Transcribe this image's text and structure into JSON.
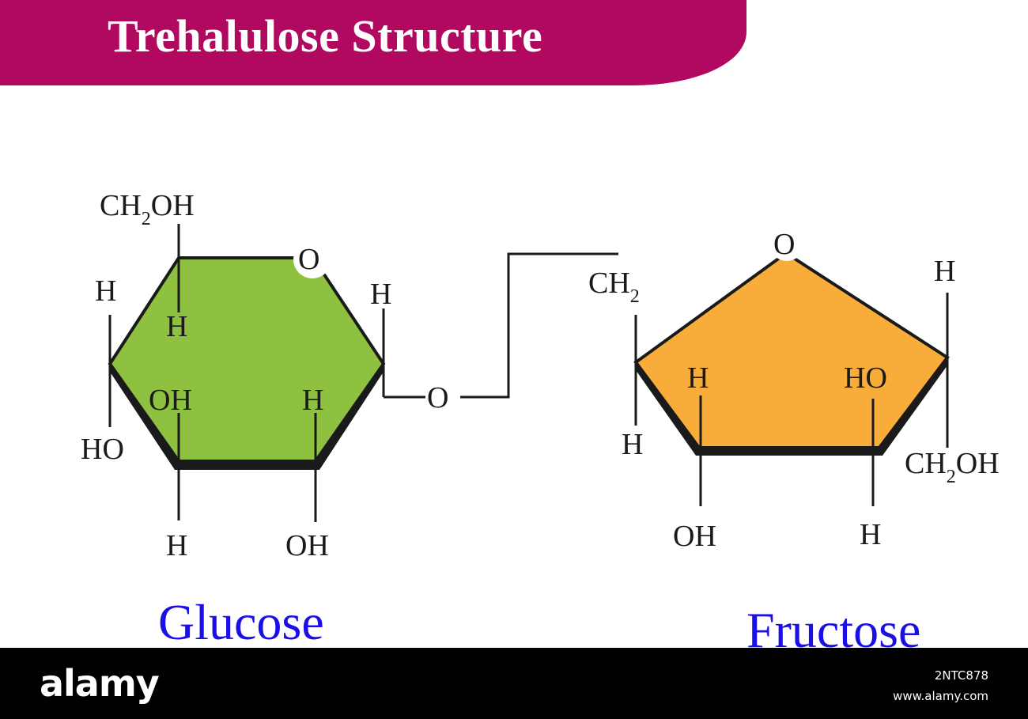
{
  "title": "Trehalulose Structure",
  "colors": {
    "banner": "#b0095f",
    "glucose_ring": "#8dc13f",
    "fructose_ring": "#f8ad3a",
    "caption": "#1a0fe6",
    "footer": "#000000"
  },
  "glucose": {
    "caption": "Glucose",
    "ring_oxygen": "O",
    "c6_group": "CH",
    "c6_group_sub": "2",
    "c6_group_tail": "OH",
    "c5_h": "H",
    "c4_h": "H",
    "c4_oh": "HO",
    "c3_oh": "OH",
    "c3_h": "H",
    "c2_h": "H",
    "c2_oh": "OH",
    "c1_h": "H"
  },
  "linkage": {
    "oxygen": "O",
    "ch2": "CH",
    "ch2_sub": "2"
  },
  "fructose": {
    "caption": "Fructose",
    "ring_oxygen": "O",
    "c2_h": "H",
    "c3_h_up": "H",
    "c3_oh": "OH",
    "c4_ho": "HO",
    "c4_h": "H",
    "c5_h": "H",
    "c5_group": "CH",
    "c5_group_sub": "2",
    "c5_group_tail": "OH",
    "left_h": "H"
  },
  "footer": {
    "brand": "alamy",
    "image_id": "2NTC878",
    "url": "www.alamy.com"
  }
}
